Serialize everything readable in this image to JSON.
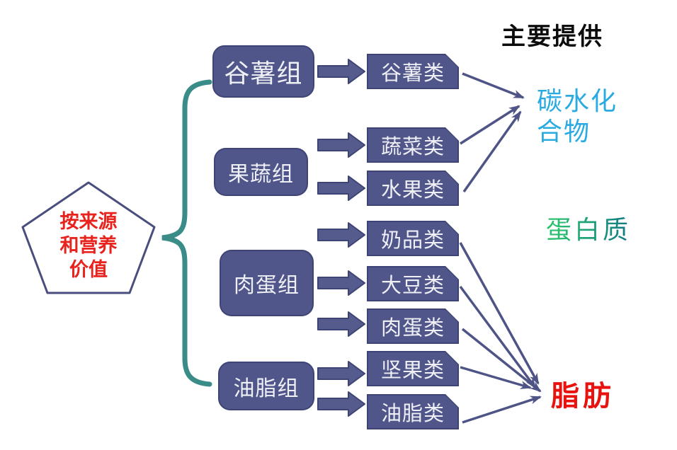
{
  "heading": {
    "text": "主要提供",
    "color": "#0c0c0c"
  },
  "pentagon": {
    "full_label": "按来源和营养价值",
    "lines": [
      "按来源",
      "和营养",
      "价值"
    ],
    "text_color": "#e8231d",
    "border_color": "#4a4e7e"
  },
  "structure": {
    "branches": [
      {
        "group": "谷薯组",
        "categories": [
          "谷薯类"
        ]
      },
      {
        "group": "果蔬组",
        "categories": [
          "蔬菜类",
          "水果类"
        ]
      },
      {
        "group": "肉蛋组",
        "categories": [
          "奶品类",
          "大豆类",
          "肉蛋类"
        ]
      },
      {
        "group": "油脂组",
        "categories": [
          "坚果类",
          "油脂类"
        ]
      }
    ],
    "provides": [
      {
        "from": "谷薯类",
        "to": "碳水化合物"
      },
      {
        "from": "蔬菜类",
        "to": "碳水化合物"
      },
      {
        "from": "水果类",
        "to": "碳水化合物"
      },
      {
        "from": "奶品类",
        "to": "脂肪"
      },
      {
        "from": "大豆类",
        "to": "脂肪"
      },
      {
        "from": "肉蛋类",
        "to": "脂肪"
      },
      {
        "from": "坚果类",
        "to": "脂肪"
      },
      {
        "from": "油脂类",
        "to": "脂肪"
      }
    ]
  },
  "nutrients": [
    {
      "label": "碳水化合物",
      "color": "#29abe2"
    },
    {
      "label": "蛋白质",
      "color": "#1fa26f"
    },
    {
      "label": "脂肪",
      "color": "#e8120e"
    }
  ],
  "colors": {
    "box_fill": "#51568a",
    "box_border": "#3e4475",
    "connector": "#4f5486",
    "brace": "#3a8c88",
    "background": "#ffffff"
  }
}
